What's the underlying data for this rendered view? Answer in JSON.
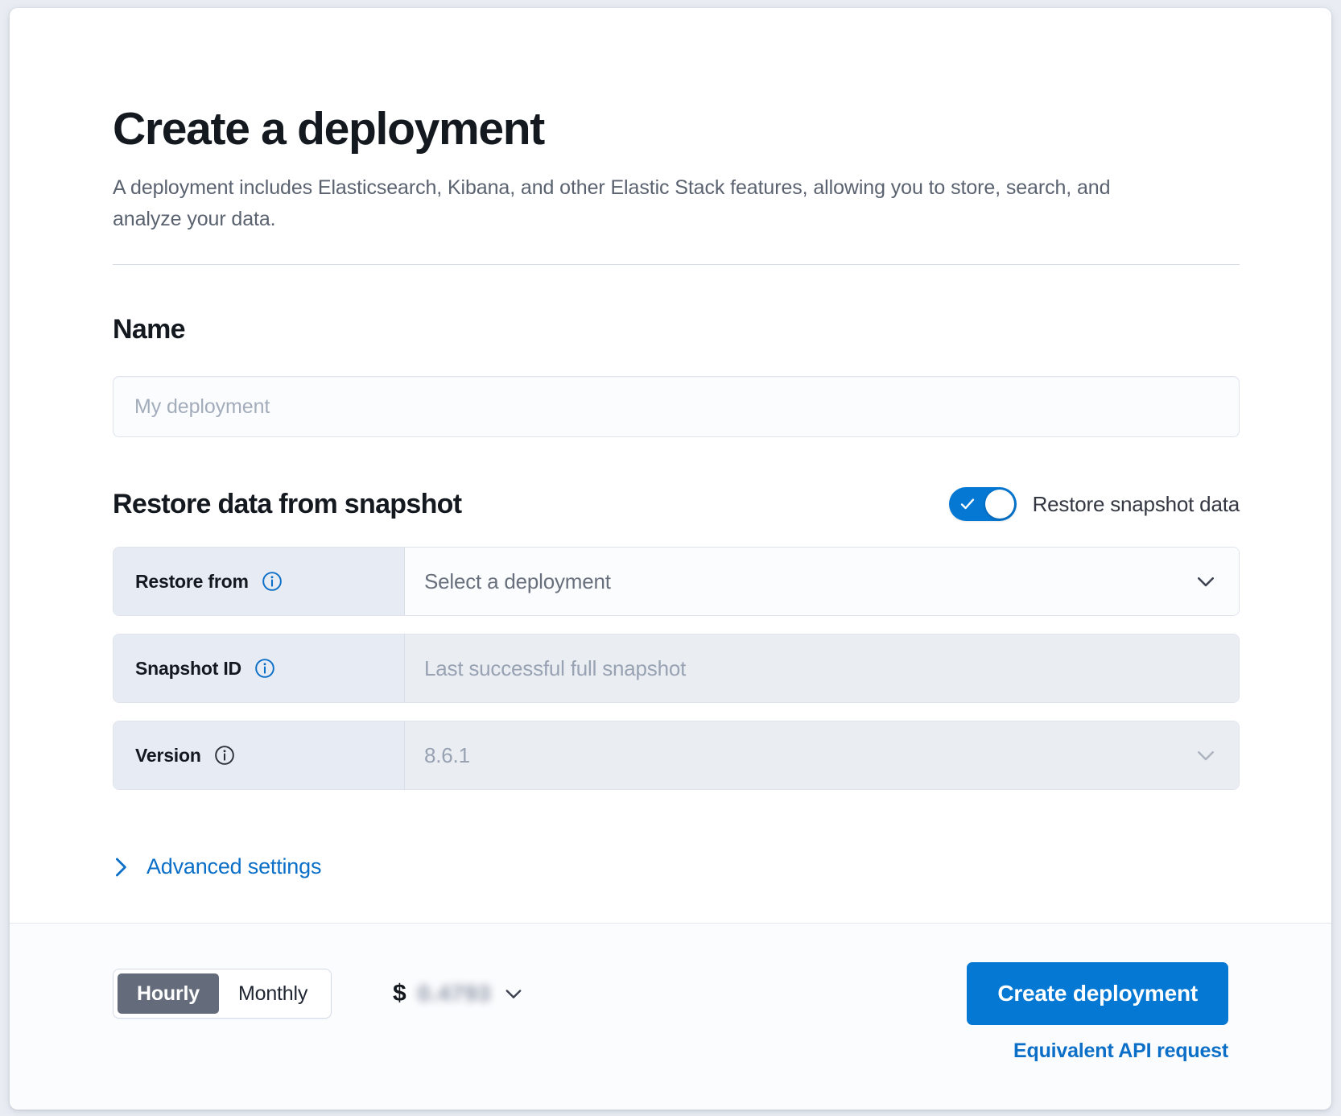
{
  "header": {
    "title": "Create a deployment",
    "subtitle": "A deployment includes Elasticsearch, Kibana, and other Elastic Stack features, allowing you to store, search, and analyze your data."
  },
  "name_section": {
    "title": "Name",
    "input_placeholder": "My deployment",
    "input_value": ""
  },
  "restore_section": {
    "title": "Restore data from snapshot",
    "toggle": {
      "label": "Restore snapshot data",
      "state": "on",
      "on_color": "#0578d3"
    },
    "rows": [
      {
        "label": "Restore from",
        "value": "Select a deployment",
        "control": "select",
        "disabled": false,
        "info_icon": "info-icon",
        "chevron": "chevron-down-icon"
      },
      {
        "label": "Snapshot ID",
        "value": "Last successful full snapshot",
        "control": "text",
        "disabled": true,
        "info_icon": "info-icon",
        "chevron": ""
      },
      {
        "label": "Version",
        "value": "8.6.1",
        "control": "select",
        "disabled": true,
        "info_icon": "info-icon",
        "chevron": "chevron-down-icon"
      }
    ]
  },
  "advanced": {
    "label": "Advanced settings",
    "icon": "chevron-right-icon",
    "expanded": false
  },
  "footer": {
    "billing_options": [
      {
        "label": "Hourly",
        "selected": true
      },
      {
        "label": "Monthly",
        "selected": false
      }
    ],
    "price": {
      "currency_symbol": "$",
      "amount": "0.4793",
      "redacted": true,
      "chevron": "chevron-down-icon"
    },
    "primary_button": "Create deployment",
    "secondary_link": "Equivalent API request"
  },
  "colors": {
    "accent": "#0578d3",
    "link": "#0b6fc8",
    "text": "#14181f",
    "muted_text": "#69707d",
    "segment_active": "#646b7a",
    "row_label_bg": "#e7ebf3",
    "disabled_field_bg": "#eaeef3"
  }
}
